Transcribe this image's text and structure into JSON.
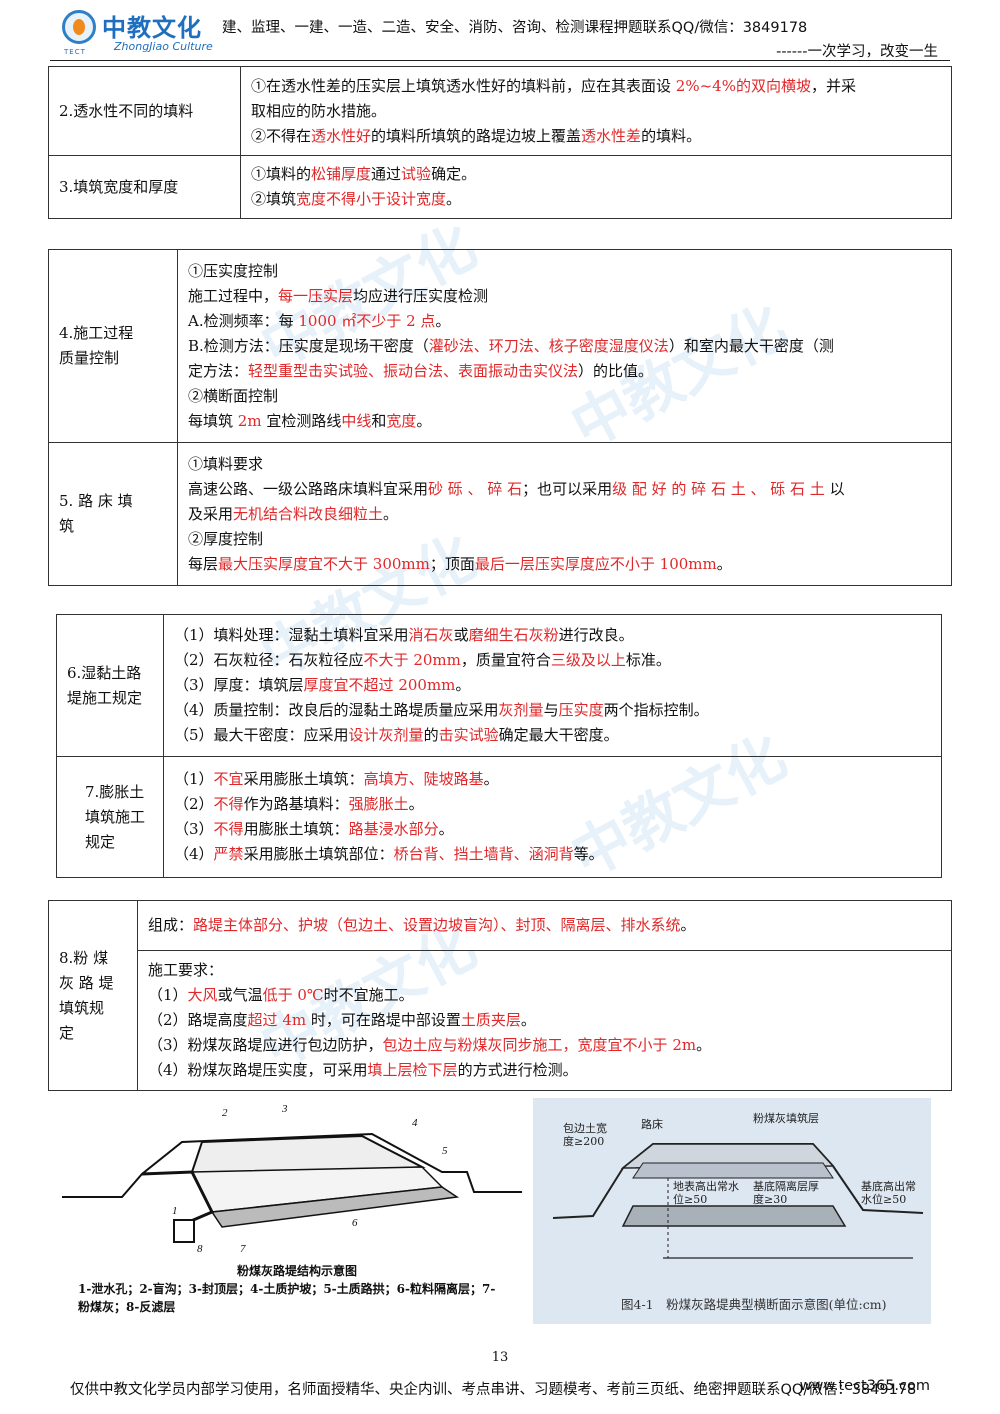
{
  "header": {
    "logo_cn": "中教文化",
    "logo_en": "ZhongJiao Culture",
    "logo_abbr": "TECT",
    "text": "建、监理、一建、一造、二造、安全、消防、咨询、检测课程押题联系QQ/微信：3849178",
    "slogan": "------一次学习，改变一生"
  },
  "table1": {
    "rows": [
      {
        "label": "2.透水性不同的填料",
        "lines": [
          [
            {
              "t": "①在透水性差的压实层上填筑透水性好的填料前，应在其表面设 "
            },
            {
              "t": "2%~4%的双向横坡",
              "r": true
            },
            {
              "t": "，并采"
            }
          ],
          [
            {
              "t": "取相应的防水措施。"
            }
          ],
          [
            {
              "t": "②不得在"
            },
            {
              "t": "透水性好",
              "r": true
            },
            {
              "t": "的填料所填筑的路堤边坡上覆盖"
            },
            {
              "t": "透水性差",
              "r": true
            },
            {
              "t": "的填料。"
            }
          ]
        ]
      },
      {
        "label": "3.填筑宽度和厚度",
        "lines": [
          [
            {
              "t": "①填料的"
            },
            {
              "t": "松铺厚度",
              "r": true
            },
            {
              "t": "通过"
            },
            {
              "t": "试验",
              "r": true
            },
            {
              "t": "确定。"
            }
          ],
          [
            {
              "t": "②填筑"
            },
            {
              "t": "宽度不得小于设计宽度",
              "r": true
            },
            {
              "t": "。"
            }
          ]
        ]
      }
    ]
  },
  "table2": {
    "rows": [
      {
        "label_lines": [
          "4.施工过程",
          "质量控制"
        ],
        "lines": [
          [
            {
              "t": "①压实度控制"
            }
          ],
          [
            {
              "t": "施工过程中，"
            },
            {
              "t": "每一压实层",
              "r": true
            },
            {
              "t": "均应进行压实度检测"
            }
          ],
          [
            {
              "t": "A.检测频率：每 "
            },
            {
              "t": "1000 ㎡不少于 2 点",
              "r": true
            },
            {
              "t": "。"
            }
          ],
          [
            {
              "t": "B.检测方法：压实度是现场干密度（"
            },
            {
              "t": "灌砂法、环刀法、核子密度湿度仪法",
              "r": true
            },
            {
              "t": "）和室内最大干密度（测"
            }
          ],
          [
            {
              "t": "定方法："
            },
            {
              "t": "轻型重型击实试验、振动台法、表面振动击实仪法",
              "r": true
            },
            {
              "t": "）的比值。"
            }
          ],
          [
            {
              "t": "②横断面控制"
            }
          ],
          [
            {
              "t": "每填筑 "
            },
            {
              "t": "2m",
              "r": true
            },
            {
              "t": " 宜检测路线"
            },
            {
              "t": "中线",
              "r": true
            },
            {
              "t": "和"
            },
            {
              "t": "宽度",
              "r": true
            },
            {
              "t": "。"
            }
          ]
        ]
      },
      {
        "label_lines": [
          "5. 路 床 填",
          "筑"
        ],
        "lines": [
          [
            {
              "t": "①填料要求"
            }
          ],
          [
            {
              "t": "高速公路、一级公路路床填料宜采用"
            },
            {
              "t": "砂 砾 、 碎 石",
              "r": true
            },
            {
              "t": "；也可以采用"
            },
            {
              "t": "级 配 好 的 碎 石 土 、 砾 石 土",
              "r": true
            },
            {
              "t": " 以"
            }
          ],
          [
            {
              "t": "及采用"
            },
            {
              "t": "无机结合料改良细粒土",
              "r": true
            },
            {
              "t": "。"
            }
          ],
          [
            {
              "t": "②厚度控制"
            }
          ],
          [
            {
              "t": "每层"
            },
            {
              "t": "最大压实厚度宜不大于 300mm",
              "r": true
            },
            {
              "t": "；顶面"
            },
            {
              "t": "最后一层压实厚度应不小于 100mm",
              "r": true
            },
            {
              "t": "。"
            }
          ]
        ]
      }
    ]
  },
  "table3": {
    "rows": [
      {
        "label_lines": [
          "6.湿黏土路",
          "堤施工规定"
        ],
        "lines": [
          [
            {
              "t": "（1）填料处理：湿黏土填料宜采用"
            },
            {
              "t": "消石灰",
              "r": true
            },
            {
              "t": "或"
            },
            {
              "t": "磨细生石灰粉",
              "r": true
            },
            {
              "t": "进行改良。"
            }
          ],
          [
            {
              "t": "（2）石灰粒径：石灰粒径应"
            },
            {
              "t": "不大于 20mm",
              "r": true
            },
            {
              "t": "，质量宜符合"
            },
            {
              "t": "三级及以上",
              "r": true
            },
            {
              "t": "标准。"
            }
          ],
          [
            {
              "t": "（3）厚度：填筑层"
            },
            {
              "t": "厚度宜不超过 200mm",
              "r": true
            },
            {
              "t": "。"
            }
          ],
          [
            {
              "t": "（4）质量控制：改良后的湿黏土路堤质量应采用"
            },
            {
              "t": "灰剂量",
              "r": true
            },
            {
              "t": "与"
            },
            {
              "t": "压实度",
              "r": true
            },
            {
              "t": "两个指标控制。"
            }
          ],
          [
            {
              "t": "（5）最大干密度：应采用"
            },
            {
              "t": "设计灰剂量",
              "r": true
            },
            {
              "t": "的"
            },
            {
              "t": "击实试验",
              "r": true
            },
            {
              "t": "确定最大干密度。"
            }
          ]
        ]
      },
      {
        "label_lines": [
          "7.膨胀土",
          "填筑施工",
          "规定"
        ],
        "lines": [
          [
            {
              "t": "（1）"
            },
            {
              "t": "不宜",
              "r": true
            },
            {
              "t": "采用膨胀土填筑："
            },
            {
              "t": "高填方、陡坡路基",
              "r": true
            },
            {
              "t": "。"
            }
          ],
          [
            {
              "t": "（2）"
            },
            {
              "t": "不得",
              "r": true
            },
            {
              "t": "作为路基填料："
            },
            {
              "t": "强膨胀土",
              "r": true
            },
            {
              "t": "。"
            }
          ],
          [
            {
              "t": "（3）"
            },
            {
              "t": "不得",
              "r": true
            },
            {
              "t": "用膨胀土填筑："
            },
            {
              "t": "路基浸水部分",
              "r": true
            },
            {
              "t": "。"
            }
          ],
          [
            {
              "t": "（4）"
            },
            {
              "t": "严禁",
              "r": true
            },
            {
              "t": "采用膨胀土填筑部位："
            },
            {
              "t": "桥台背、挡土墙背、涵洞背",
              "r": true
            },
            {
              "t": "等。"
            }
          ]
        ]
      }
    ]
  },
  "table4": {
    "label_lines": [
      "8.粉 煤",
      "灰 路 堤",
      "填筑规",
      "定"
    ],
    "composition": [
      {
        "t": "组成："
      },
      {
        "t": "路堤主体部分、护坡（包边土、设置边坡盲沟）、封顶、隔离层、排水系统",
        "r": true
      },
      {
        "t": "。"
      }
    ],
    "requirements": [
      [
        {
          "t": "施工要求："
        }
      ],
      [
        {
          "t": "（1）"
        },
        {
          "t": "大风",
          "r": true
        },
        {
          "t": "或气温"
        },
        {
          "t": "低于 0℃",
          "r": true
        },
        {
          "t": "时不宜施工。"
        }
      ],
      [
        {
          "t": "（2）路堤高度"
        },
        {
          "t": "超过 4m",
          "r": true
        },
        {
          "t": " 时，可在路堤中部设置"
        },
        {
          "t": "土质夹层",
          "r": true
        },
        {
          "t": "。"
        }
      ],
      [
        {
          "t": "（3）粉煤灰路堤应进行包边防护，"
        },
        {
          "t": "包边土应与粉煤灰同步施工，宽度宜不小于 2m",
          "r": true
        },
        {
          "t": "。"
        }
      ],
      [
        {
          "t": "（4）粉煤灰路堤压实度，可采用"
        },
        {
          "t": "填上层检下层",
          "r": true
        },
        {
          "t": "的方式进行检测。"
        }
      ]
    ]
  },
  "figure1": {
    "title": "粉煤灰路堤结构示意图",
    "legend": "1-泄水孔；2-盲沟；3-封顶层；4-土质护坡；5-土质路拱；6-粒料隔离层；7-粉煤灰；8-反滤层",
    "numbers": [
      "1",
      "2",
      "3",
      "4",
      "5",
      "6",
      "7",
      "8"
    ]
  },
  "figure2": {
    "caption": "图4-1　粉煤灰路堤典型横断面示意图(单位:cm)",
    "labels": {
      "bianbian": "包边土宽度≥200",
      "luchuang": "路床",
      "tianzhu": "粉煤灰填筑层",
      "dibiao": "地表高出常水位≥50",
      "jidi": "基底隔离层厚度≥30",
      "jidi2": "基底高出常水位≥50"
    }
  },
  "page_number": "13",
  "footer": {
    "text": "仅供中教文化学员内部学习使用，名师面授精华、央企内训、考点串讲、习题模考、考前三页纸、绝密押题联系QQ/微信：3849178",
    "url": "www.tect365.com"
  }
}
